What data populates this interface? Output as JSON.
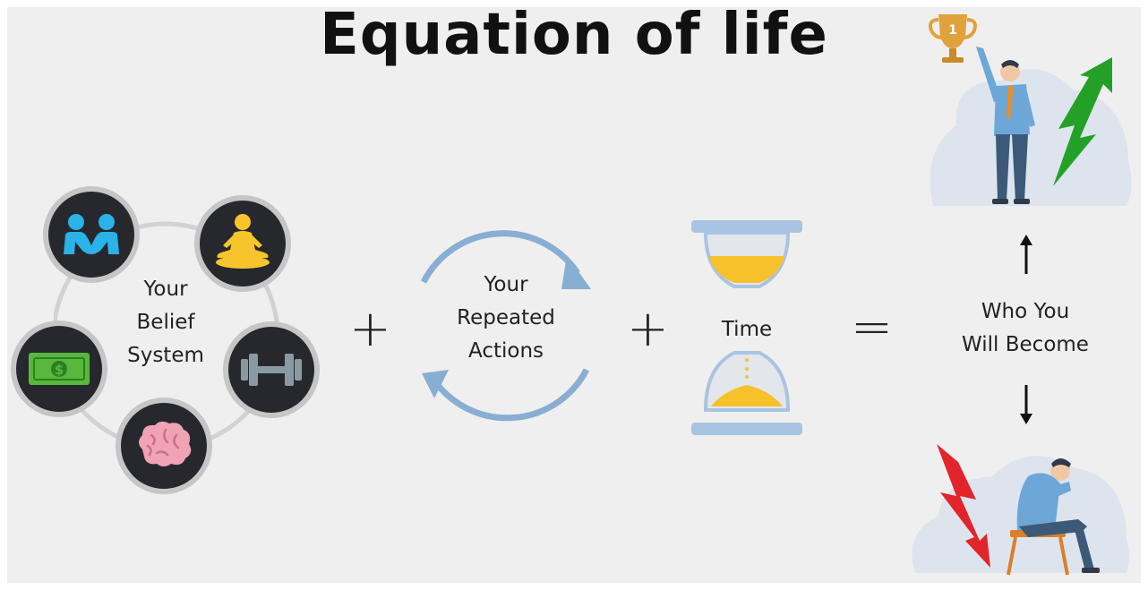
{
  "title": "Equation of life",
  "belief_system": {
    "label_line1": "Your",
    "label_line2": "Belief",
    "label_line3": "System",
    "icons": [
      "partnership-icon",
      "meditation-icon",
      "money-icon",
      "dumbbell-icon",
      "brain-icon"
    ]
  },
  "repeated_actions": {
    "label_line1": "Your",
    "label_line2": "Repeated",
    "label_line3": "Actions"
  },
  "time": {
    "label": "Time"
  },
  "operators": {
    "plus": "+",
    "equals": "="
  },
  "outcome": {
    "label_line1": "Who You",
    "label_line2": "Will Become"
  },
  "colors": {
    "background": "#efefef",
    "cycle_arrow": "#88aed3",
    "sand": "#f6c12a",
    "success_arrow": "#23a127",
    "failure_arrow": "#e2252a"
  }
}
